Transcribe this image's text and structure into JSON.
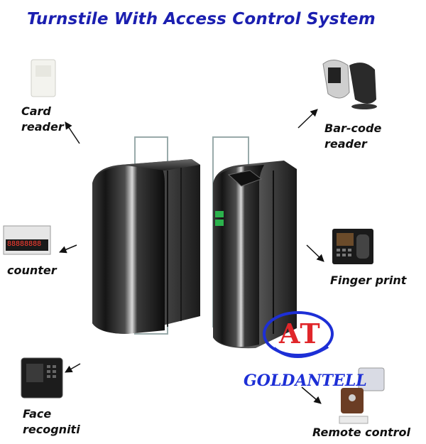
{
  "title": "Turnstile With Access Control System",
  "labels": {
    "card_reader_line1": "Card",
    "card_reader_line2": "reader",
    "barcode_line1": "Bar-code",
    "barcode_line2": "reader",
    "counter": "counter",
    "finger_print": "Finger print",
    "face_line1": "Face",
    "face_line2": "recogniti",
    "remote_control": "Remote control"
  },
  "logo": {
    "initials": "AT",
    "brand": "GOLDANTELL"
  },
  "counter_display": "88888888",
  "colors": {
    "title": "#1b1fb0",
    "logo_red": "#e0262a",
    "logo_blue": "#1d2fd6",
    "green_indicator": "#2bb24c"
  }
}
